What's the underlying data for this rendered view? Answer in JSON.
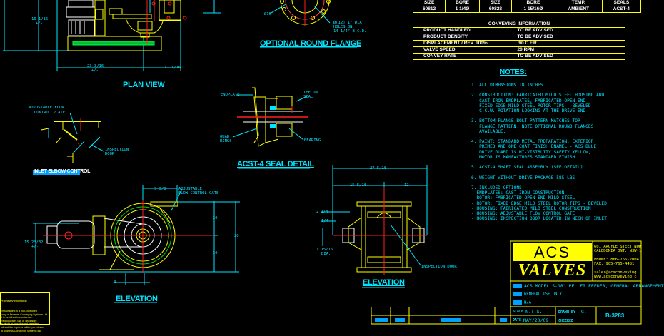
{
  "drawing": {
    "views": {
      "plan_view": "PLAN VIEW",
      "optional_round_flange": "OPTIONAL ROUND FLANGE",
      "seal_detail": "ACST-4 SEAL DETAIL",
      "inlet_elbow": "INLET ELBOW CONTROL",
      "elevation_left": "ELEVATION",
      "elevation_right": "ELEVATION"
    },
    "dimensions": {
      "plan_height": "16 1/16",
      "plan_height_tol": "+/-",
      "plan_width_left": "23 3/16",
      "plan_width_left_tol": "+/-",
      "plan_width_right": "17 1/16",
      "flange_left": "Ø16",
      "flange_holes": [
        "Ø(12) 1\" DIA.",
        "HOLES ON",
        "14 1/4\" B.C.D."
      ],
      "elev_width_top": "9 3/8",
      "elev_height_left": "15 23/32",
      "elev_height_left_tol": "+/-",
      "elev_half_top": "10",
      "elev_half_bottom": "10",
      "elev_total": "20",
      "elev_bottom": "5",
      "right_total": "27 5/16",
      "right_left": "15 5/16",
      "right_right": "12",
      "right_d1": "2 1/4",
      "right_d2": "1/4",
      "right_shaft": "1 15/16",
      "right_shaft_2": "DIA."
    },
    "callouts": {
      "adjustable_flow_gate": [
        "ADJUSTABLE",
        "FLOW CONTROL GATE"
      ],
      "adjustable_flow_plate": [
        "ADJUSTABLE FLOW",
        "CONTROL PLATE"
      ],
      "inspection_door_elbow": [
        "INSPECTION",
        "DOOR"
      ],
      "inspection_door_elev": "INSPECTION DOOR",
      "endplate": "ENDPLATE",
      "teflon_seal": [
        "TEFLON",
        "SEAL"
      ],
      "quad_rings": [
        "QUAD",
        "RINGS"
      ],
      "bearing": "BEARING"
    }
  },
  "spec_table": {
    "headers": [
      "SIZE",
      "BORE",
      "SIZE",
      "BORE",
      "TEMP.",
      "SEALS"
    ],
    "values": [
      "60812",
      "1 1/4Ø",
      "60828",
      "1 15/16Ø",
      "AMBIENT",
      "ACST-4"
    ]
  },
  "conveying_info": {
    "title": "CONVEYING INFORMATION",
    "rows": [
      {
        "label": "PRODUCT HANDLED",
        "value": "TO BE ADVISED"
      },
      {
        "label": "PRODUCT DENSITY",
        "value": "TO BE ADVISED"
      },
      {
        "label": "DISPLACEMENT / REV. 100%",
        "value": ".90 C.F.R."
      },
      {
        "label": "VALVE SPEED",
        "value": "20 RPM"
      },
      {
        "label": "CONVEY RATE",
        "value": "TO BE ADVISED"
      }
    ]
  },
  "notes": {
    "title": "NOTES:",
    "body": "1. ALL DIMENSIONS IN INCHES\n\n2. CONSTRUCTION: FABRICATED MILD STEEL HOUSING AND\n   CAST IRON ENDPLATES, FABRICATED OPEN END\n   FIXED EDGE MILD STEEL ROTOR TIPS - BEVELED\n   C.C.W. ROTATION LOOKING AT THE DRIVE END\n\n3. BOTTOM FLANGE BOLT PATTERN MATCHES TOP\n   FLANGE PATTERN, NOTE OPTIONAL ROUND FLANGES\n   AVAILABLE.\n\n4. PAINT: STANDARD METAL PREPARATION, EXTERIOR\n   PRIMED AND ONE COAT FINISH ENAMEL - ACS BLUE\n   DRIVE GUARD IS HI-VISIBLITY SAFETY YELLOW,\n   MOTOR IS MANFACTURES STANDARD FINISH.\n\n5. ACST-4 SHAFT SEAL ASSEMBLY (SEE DETAIL)\n\n6. WEIGHT WITHOUT DRIVE PACKAGE 585 LBS\n\n7. INCLUDED OPTIONS:\n- ENDPLATES: CAST IRON CONSTRUCTION\n- ROTOR: FABRICATED OPEN END MILD STEEL\n- ROTOR: FIXED EDGE MILD STEEL ROTOR TIPS - BEVELED\n- HOUSING: FABRICATED MILD STEEL CONSTRUCTION\n- HOUSING: ADJUSTABLE FLOW CONTROL GATE\n- HOUSING: INSPECTION DOOR LOCATED IN NECK OF INLET"
  },
  "title_block": {
    "logo_top": "ACS",
    "logo_bottom": "VALVES",
    "address": "601 ARGYLE STEET NOR\nCALEDONIA ONT. N3W-1\n\nPHONE: 866-766-2004\nFAX: 905-765-4481\n\nsales@acsconveying\nwww.acsconveying.c",
    "title": "ACS MODEL S-18\" PELLET FEEDER, GENERAL ARRANGEMENT",
    "usage": "GENERAL USE ONLY",
    "na": "N/A",
    "scale_label": "SCALE",
    "scale": "N.T.S.",
    "date_label": "DATE",
    "date": "MAY/20/09",
    "drawn_label": "DRAWN BY",
    "drawn": "G.T",
    "checked_label": "CHECKED",
    "checked": "",
    "drawing_no": "B-3283"
  },
  "disclaimer": {
    "heading": "Proprietary Information",
    "body": "This drawing is a non-controlled\ncopy of Andrews Conveying Systems Ltd.\nIt is furnished in confidence.\nReproduction, use or disclosure\nin whole or in part is not permitted\nwithout the express written permission\nof Andrews Conveying Systems Inc."
  },
  "colors": {
    "background": "#000000",
    "yellow": "#ffff00",
    "cyan": "#00e5ff",
    "red": "#ff2020",
    "green": "#00ff40",
    "white": "#ffffff",
    "blue_chip": "#00a0ff"
  }
}
